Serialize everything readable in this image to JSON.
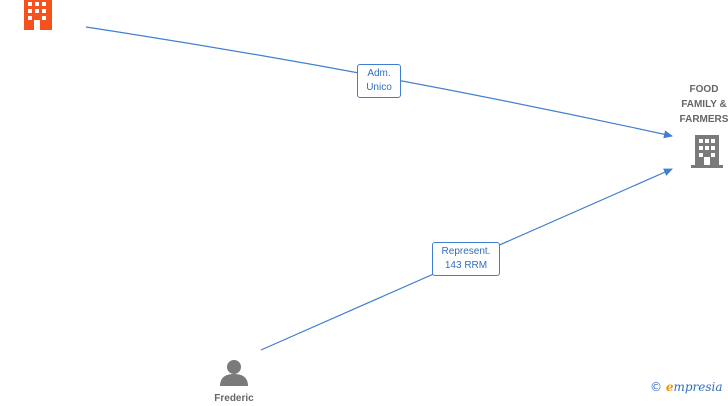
{
  "colors": {
    "edge": "#3f7fd0",
    "company_highlight": "#f4511e",
    "company": "#7a7a7a",
    "person": "#7a7a7a",
    "label_text": "#2f6fc0"
  },
  "nodes": {
    "top_company": {
      "icon": "building-icon",
      "label": ""
    },
    "target_company": {
      "icon": "building-icon",
      "label_lines": [
        "FOOD",
        "FAMILY &",
        "FARMERS"
      ]
    },
    "person": {
      "icon": "person-icon",
      "label": "Frederic"
    }
  },
  "edges": [
    {
      "from": "top_company",
      "to": "target_company",
      "label_lines": [
        "Adm.",
        "Unico"
      ]
    },
    {
      "from": "person",
      "to": "target_company",
      "label_lines": [
        "Represent.",
        "143 RRM"
      ]
    }
  ],
  "watermark": {
    "copyright": "©",
    "brand_initial": "e",
    "brand_rest": "mpresia"
  }
}
